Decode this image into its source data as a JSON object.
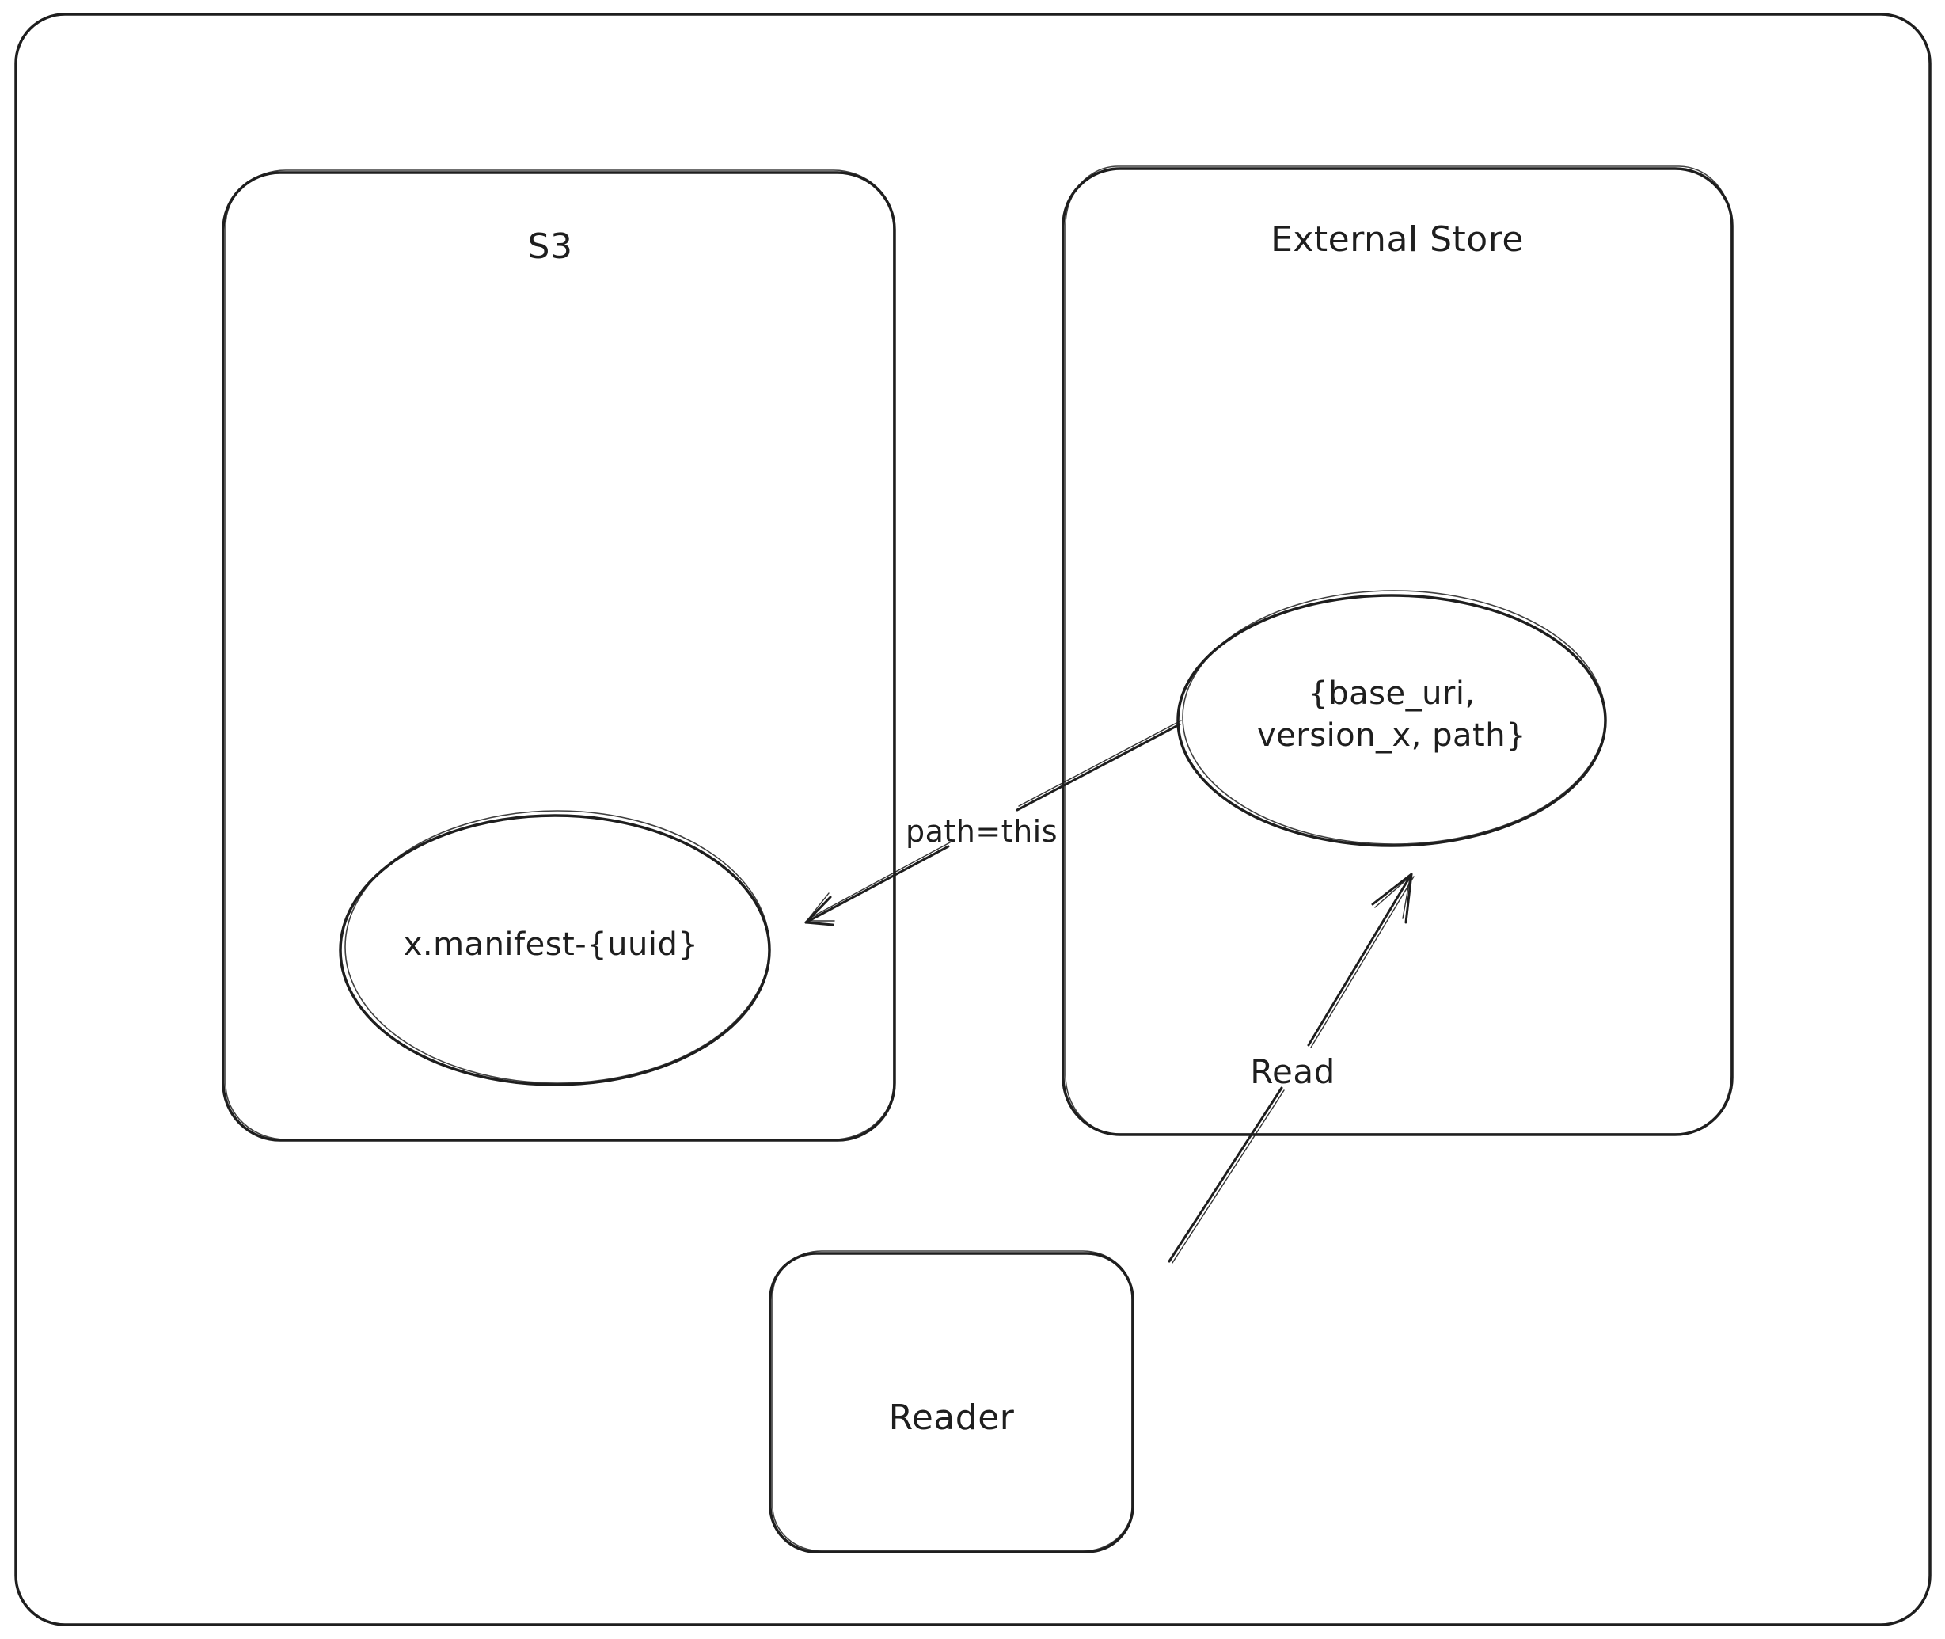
{
  "diagram": {
    "style": "hand-drawn-sketch",
    "colors": {
      "background": "#ffffff",
      "stroke": "#1e1e1e",
      "node_fill": "#fae78f"
    },
    "containers": {
      "s3": {
        "title": "S3"
      },
      "external_store": {
        "title": "External Store"
      },
      "reader": {
        "title": "Reader"
      }
    },
    "nodes": {
      "manifest": {
        "label": "x.manifest-{uuid}",
        "container": "S3"
      },
      "pointer": {
        "label_line1": "{base_uri,",
        "label_line2": "version_x, path}",
        "container": "External Store"
      }
    },
    "arrows": {
      "path_this": {
        "label": "path=this",
        "from": "pointer",
        "to": "manifest"
      },
      "read": {
        "label": "Read",
        "from": "reader",
        "to": "pointer"
      }
    }
  }
}
